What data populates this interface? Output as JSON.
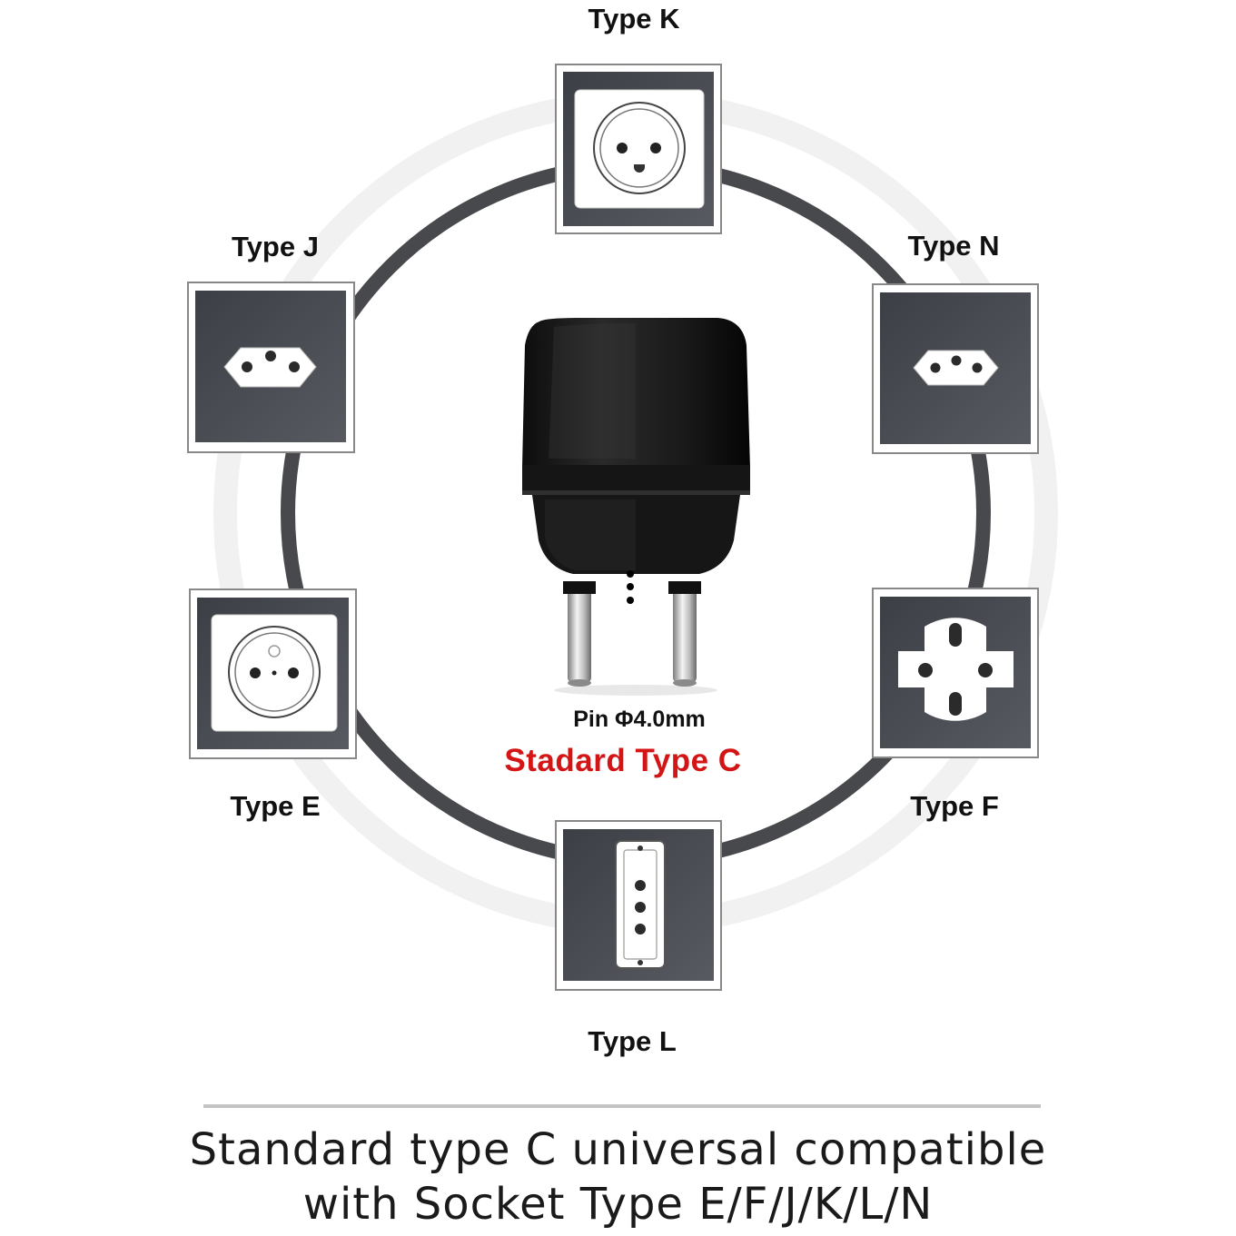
{
  "sockets": [
    {
      "id": "k",
      "label": "Type K",
      "icon": "socket-type-k-icon"
    },
    {
      "id": "j",
      "label": "Type J",
      "icon": "socket-type-j-icon"
    },
    {
      "id": "n",
      "label": "Type N",
      "icon": "socket-type-n-icon"
    },
    {
      "id": "e",
      "label": "Type E",
      "icon": "socket-type-e-icon"
    },
    {
      "id": "f",
      "label": "Type F",
      "icon": "socket-type-f-icon"
    },
    {
      "id": "l",
      "label": "Type L",
      "icon": "socket-type-l-icon"
    }
  ],
  "plug": {
    "pin_label": "Pin Φ4.0mm",
    "title": "Stadard Type C",
    "icon": "type-c-plug-icon"
  },
  "caption": {
    "line1": "Standard type C universal compatible",
    "line2": "with Socket Type E/F/J/K/L/N"
  },
  "colors": {
    "ring": "#48494c",
    "panel": "#44474d",
    "title_red": "#d41515",
    "text": "#111111"
  }
}
